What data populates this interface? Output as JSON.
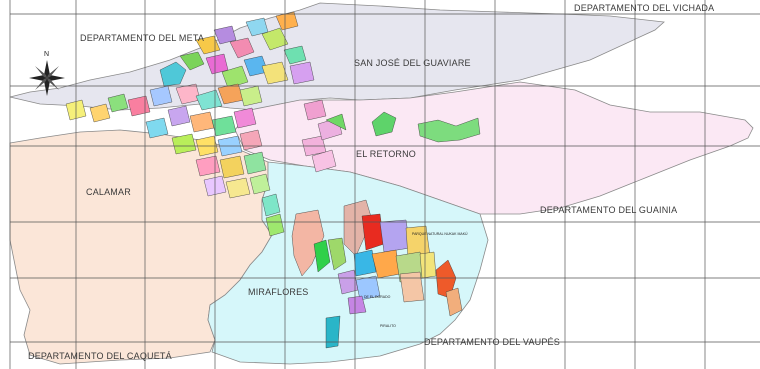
{
  "map": {
    "labels": {
      "meta": "DEPARTAMENTO DEL META",
      "vichada": "DEPARTAMENTO DEL VICHADA",
      "san_jose": "SAN JOSÉ DEL GUAVIARE",
      "el_retorno": "EL RETORNO",
      "calamar": "CALAMAR",
      "guainia": "DEPARTAMENTO DEL GUAINIA",
      "miraflores": "MIRAFLORES",
      "caqueta": "DEPARTAMENTO DEL CAQUETÁ",
      "vaupes": "DEPARTAMENTO DEL VAUPÉS"
    },
    "compass": {
      "north": "N"
    },
    "small_labels": [
      "PARQUE NATURAL NUKAK MAKÚ",
      "DE EL DORADO",
      "PIRALITO"
    ],
    "colors": {
      "san_jose_fill": "#e6e6ef",
      "el_retorno_fill": "#fbe8f4",
      "calamar_fill": "#fbe6d8",
      "miraflores_fill": "#d6f7fa",
      "grid": "#555555",
      "border": "#8a8a8a"
    }
  }
}
